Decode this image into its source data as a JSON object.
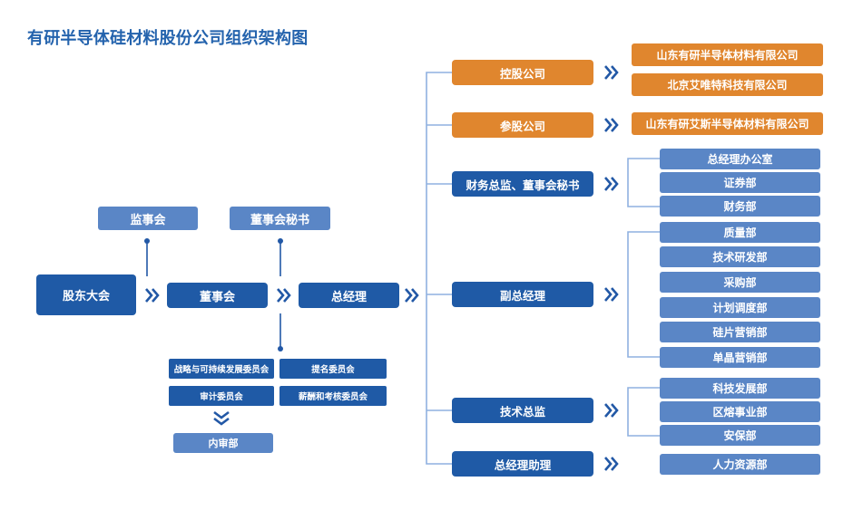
{
  "title": "有研半导体硅材料股份公司组织架构图",
  "colors": {
    "dark_blue": "#1f5aa6",
    "light_blue": "#5a86c6",
    "orange": "#e0862e",
    "title": "#2463ad",
    "connector": "#8fb1e0",
    "arrow": "#2258a6"
  },
  "icons": {
    "flow_arrow": "double-chevron-right-icon",
    "down_arrow": "double-chevron-down-icon"
  },
  "governance": {
    "shareholders_meeting": "股东大会",
    "supervisory_board": "监事会",
    "board": "董事会",
    "board_secretary": "董事会秘书",
    "general_manager": "总经理",
    "committees": [
      "战略与可持续发展委员会",
      "提名委员会",
      "审计委员会",
      "薪酬和考核委员会"
    ],
    "internal_audit": "内审部"
  },
  "management": [
    {
      "label": "控股公司",
      "children": [
        "山东有研半导体材料有限公司",
        "北京艾唯特科技有限公司"
      ]
    },
    {
      "label": "参股公司",
      "children": [
        "山东有研艾斯半导体材料有限公司"
      ]
    },
    {
      "label": "财务总监、董事会秘书",
      "children": [
        "总经理办公室",
        "证券部",
        "财务部"
      ]
    },
    {
      "label": "副总经理",
      "children": [
        "质量部",
        "技术研发部",
        "采购部",
        "计划调度部",
        "硅片营销部",
        "单晶营销部"
      ]
    },
    {
      "label": "技术总监",
      "children": [
        "科技发展部",
        "区熔事业部",
        "安保部"
      ]
    },
    {
      "label": "总经理助理",
      "children": [
        "人力资源部"
      ]
    }
  ]
}
